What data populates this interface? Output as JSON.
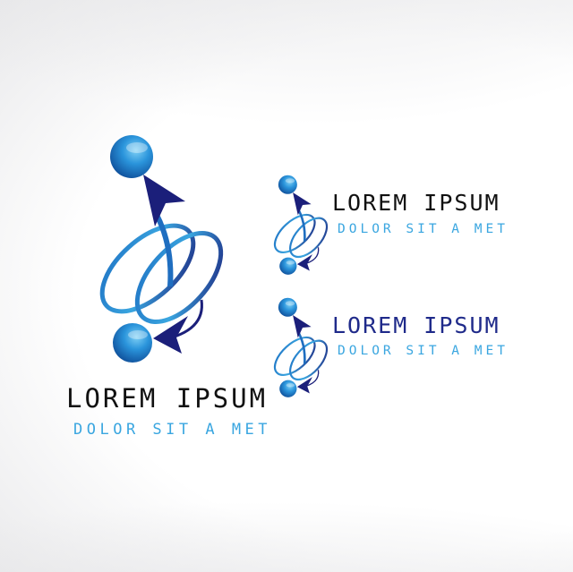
{
  "colors": {
    "ball": "#2a8fd8",
    "dark_blue": "#1b1f7a",
    "light_blue": "#3aa6e0",
    "title": "#111111",
    "title_alt": "#1f2a8a"
  },
  "logos": [
    {
      "title": "LOREM IPSUM",
      "subtitle": "DOLOR SIT A MET"
    },
    {
      "title": "LOREM IPSUM",
      "subtitle": "DOLOR SIT A MET"
    },
    {
      "title": "LOREM IPSUM",
      "subtitle": "DOLOR SIT A MET"
    }
  ]
}
